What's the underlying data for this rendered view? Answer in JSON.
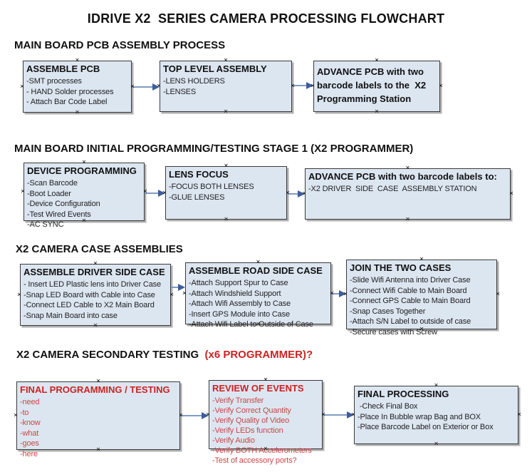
{
  "title": "IDRIVE X2  SERIES CAMERA PROCESSING FLOWCHART",
  "glyphs": {
    "anchor": "×"
  },
  "colors": {
    "box_fill": "#dce6f1",
    "box_border": "#3a3a3a",
    "box_shadow": "#969696",
    "arrow_line": "#7e9bc4",
    "arrow_head": "#3d5d9d",
    "red_heading": "#cc2222",
    "red_item": "#cc4545",
    "text": "#1a1a1a"
  },
  "sections": [
    {
      "heading": "MAIN BOARD PCB ASSEMBLY PROCESS",
      "boxes": [
        {
          "header": "ASSEMBLE PCB",
          "items": [
            "-SMT processes",
            "- HAND Solder processes",
            "- Attach Bar Code Label"
          ]
        },
        {
          "header": "TOP LEVEL ASSEMBLY",
          "items": [
            "-LENS HOLDERS",
            "-LENSES"
          ]
        },
        {
          "header": "ADVANCE PCB with two barcode labels to the  X2 Programming Station",
          "items": []
        }
      ]
    },
    {
      "heading": "MAIN BOARD INITIAL PROGRAMMING/TESTING STAGE 1 (X2 PROGRAMMER)",
      "boxes": [
        {
          "header": "DEVICE PROGRAMMING",
          "items": [
            "-Scan Barcode",
            "-Boot Loader",
            "-Device Configuration",
            "-Test Wired Events",
            "-AC SYNC"
          ]
        },
        {
          "header": "LENS FOCUS",
          "items": [
            "-FOCUS BOTH LENSES",
            "-GLUE LENSES"
          ]
        },
        {
          "header": "ADVANCE PCB with two barcode labels to:",
          "items": [
            "-X2 DRIVER  SIDE  CASE  ASSEMBLY STATION"
          ]
        }
      ]
    },
    {
      "heading": "X2 CAMERA CASE ASSEMBLIES",
      "boxes": [
        {
          "header": "ASSEMBLE DRIVER SIDE CASE",
          "items": [
            "- Insert LED Plastic lens into Driver Case",
            "-Snap LED Board with Cable into Case",
            "-Connect LED Cable to X2 Main Board",
            "-Snap Main Board into case"
          ]
        },
        {
          "header": "ASSEMBLE ROAD SIDE CASE",
          "items": [
            "-Attach Support Spur to Case",
            "-Attach Windshield Support",
            "-Attach Wifi Assembly to Case",
            "-Insert GPS Module into Case",
            "-Attach Wifi Label to Outside of Case"
          ]
        },
        {
          "header": "JOIN THE TWO CASES",
          "items": [
            "-Slide Wifi Antenna into Driver Case",
            "-Connect Wifi Cable to Main Board",
            "-Connect GPS Cable to Main Board",
            "-Snap Cases Together",
            "-Attach S/N Label to outside of case",
            "-Secure cases with Screw"
          ]
        }
      ]
    },
    {
      "heading": "X2 CAMERA SECONDARY TESTING  ",
      "heading_red": "(x6 PROGRAMMER)?",
      "boxes": [
        {
          "header": "FINAL PROGRAMMING / TESTING",
          "items": [
            "-need",
            "-to",
            "-know",
            "-what",
            "-goes",
            "-here"
          ]
        },
        {
          "header": "REVIEW OF EVENTS",
          "items": [
            "-Verify Transfer",
            "-Verify Correct Quantity",
            "-Verify Quality of Video",
            "-Verify LEDs function",
            "-Verify Audio",
            "-Verify BOTH Accelerometers",
            "-Test of accessory ports?"
          ]
        },
        {
          "header": "FINAL PROCESSING",
          "items": [
            " -Check Final Box",
            "-Place In Bubble wrap Bag and BOX",
            "-Place Barcode Label on Exterior or Box"
          ]
        }
      ]
    }
  ]
}
